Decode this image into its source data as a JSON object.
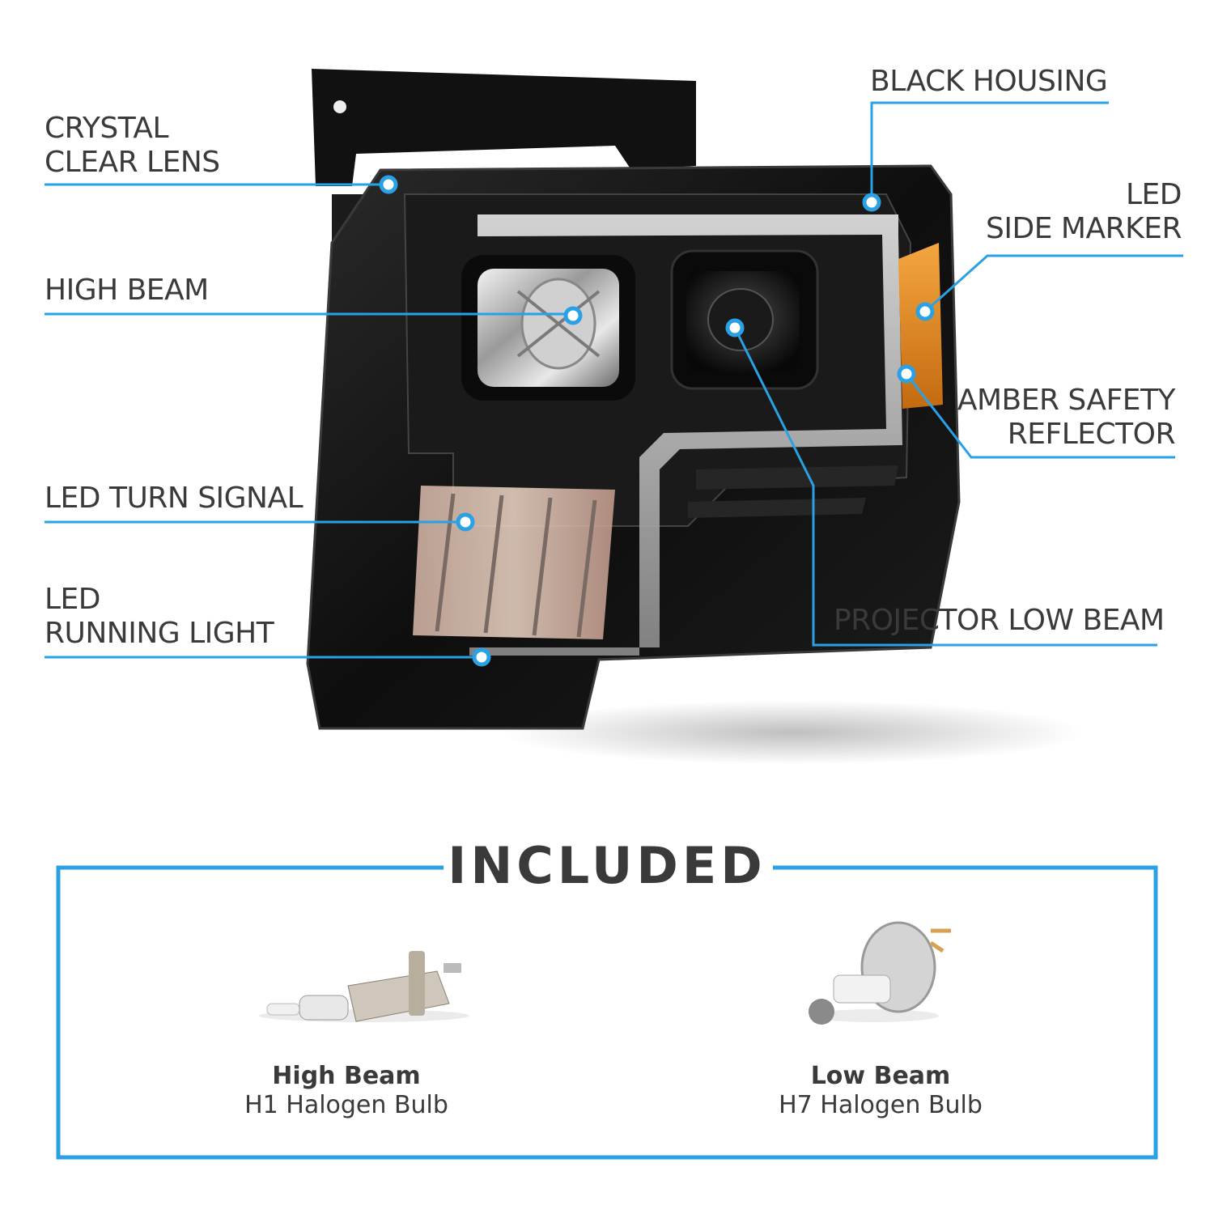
{
  "colors": {
    "accent": "#2aa1e4",
    "text": "#3a3a3a",
    "housing": "#121212",
    "amber": "#e8891c"
  },
  "callouts": {
    "crystal_clear_lens": "CRYSTAL\nCLEAR LENS",
    "high_beam": "HIGH BEAM",
    "led_turn_signal": "LED TURN SIGNAL",
    "led_running_light": "LED\nRUNNING LIGHT",
    "black_housing": "BLACK HOUSING",
    "led_side_marker": "LED\nSIDE MARKER",
    "amber_safety_reflector": "AMBER SAFETY\nREFLECTOR",
    "projector_low_beam": "PROJECTOR LOW BEAM"
  },
  "included": {
    "title": "INCLUDED",
    "items": [
      {
        "name": "High Beam",
        "type": "H1 Halogen Bulb",
        "icon": "h1-bulb-icon"
      },
      {
        "name": "Low Beam",
        "type": "H7 Halogen Bulb",
        "icon": "h7-bulb-icon"
      }
    ]
  }
}
